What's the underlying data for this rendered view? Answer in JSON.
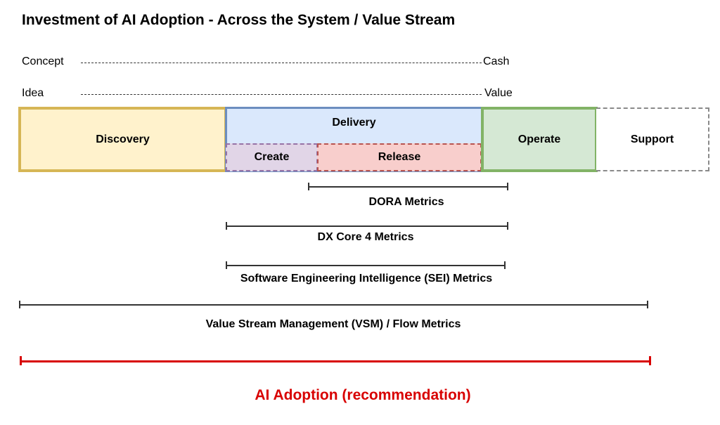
{
  "title": "Investment of AI Adoption - Across the System / Value Stream",
  "ranges": [
    {
      "start_label": "Concept",
      "end_label": "Cash"
    },
    {
      "start_label": "Idea",
      "end_label": "Value"
    }
  ],
  "stages": {
    "discovery": "Discovery",
    "delivery": "Delivery",
    "create": "Create",
    "release": "Release",
    "operate": "Operate",
    "support": "Support"
  },
  "metrics": [
    {
      "label": "DORA Metrics",
      "spans": "Release to Operate"
    },
    {
      "label": "DX Core 4 Metrics",
      "spans": "Delivery to Operate"
    },
    {
      "label": "Software Engineering Intelligence (SEI) Metrics",
      "spans": "Delivery to Operate"
    },
    {
      "label": "Value Stream Management (VSM) / Flow Metrics",
      "spans": "Discovery to Support"
    }
  ],
  "recommendation": {
    "label": "AI Adoption (recommendation)",
    "spans": "Discovery to Support",
    "color": "#d80000"
  },
  "colors": {
    "discovery_fill": "#fff2cc",
    "discovery_border": "#d6b656",
    "delivery_fill": "#dae8fc",
    "delivery_border": "#6c8ebf",
    "create_fill": "#e1d5e7",
    "create_border": "#9673a6",
    "release_fill": "#f8cecc",
    "release_border": "#b85450",
    "operate_fill": "#d5e8d4",
    "operate_border": "#82b366"
  }
}
